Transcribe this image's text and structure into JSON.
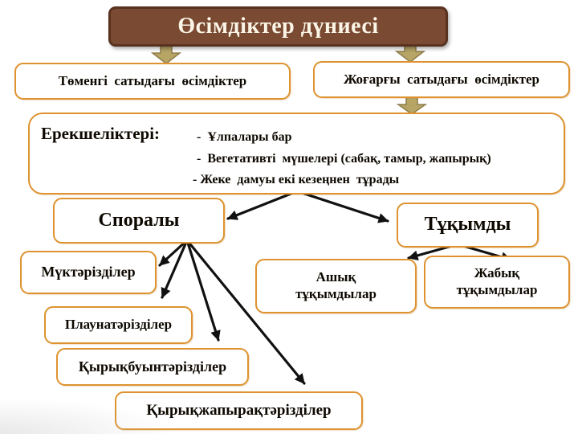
{
  "title": "Өсімдіктер дүниесі",
  "colors": {
    "title_fill": "#7B4A33",
    "title_border": "#58321F",
    "title_text": "#FAF5E6",
    "node_border": "#DE9330",
    "node_text": "#0D0800",
    "connector": "#111111",
    "block_arrow_fill": "#B7A566",
    "block_arrow_border": "#8F7D4B",
    "background": "#FFFFFF"
  },
  "top_branches": {
    "lower": "Төменгі  сатыдағы  өсімдіктер",
    "higher": "Жоғарғы  сатыдағы  өсімдіктер"
  },
  "features": {
    "label": "Ерекшеліктері:",
    "items": [
      "-  Ұлпалары бар",
      "-  Вегетативті  мүшелері (сабақ, тамыр, жапырық)",
      "- Жеке  дамуы екі кезеңнен  тұрады"
    ]
  },
  "groups": {
    "sporaly": "Споралы",
    "tuqymdy": "Тұқымды"
  },
  "sporaly_children": [
    "Мүктәрізділер",
    "Плаунатәрізділер",
    "Қырықбуынтәрізділер",
    "Қырықжапырақтәрізділер"
  ],
  "tuqymdy_children": [
    "Ашық\nтұқымдылар",
    "Жабық\nтұқымдылар"
  ]
}
